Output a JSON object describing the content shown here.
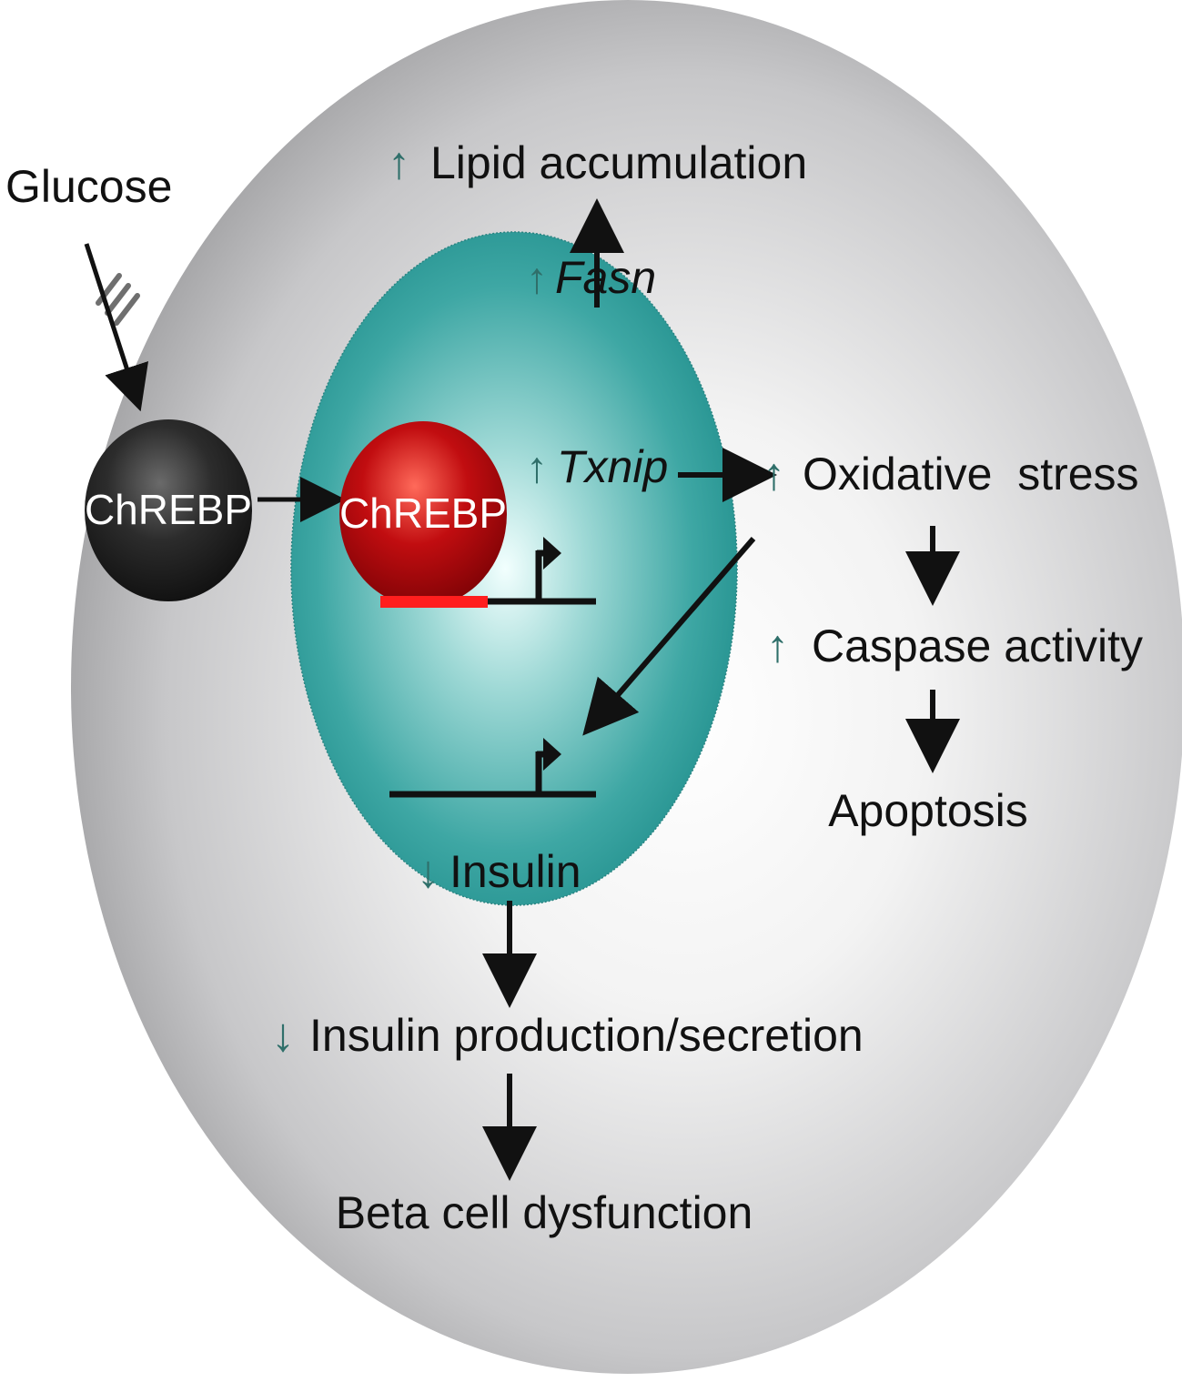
{
  "labels": {
    "glucose": "Glucose",
    "chrebp_cytoplasm": "ChREBP",
    "chrebp_nucleus": "ChREBP",
    "fasn": "Fasn",
    "txnip": "Txnip",
    "lipid": "Lipid accumulation",
    "oxidative": "Oxidative  stress",
    "caspase": "Caspase activity",
    "apoptosis": "Apoptosis",
    "insulin": "Insulin",
    "insulin_prod": "Insulin production/secretion",
    "beta": "Beta cell dysfunction"
  },
  "symbols": {
    "up": "↑",
    "down": "↓"
  },
  "colors": {
    "cell_outer": "#8f8f91",
    "cell_inner": "#ffffff",
    "nucleus_outer": "#1f8f8f",
    "nucleus_inner": "#e6fbfa",
    "chrebp_cytoplasm": "#262626",
    "chrebp_nucleus": "#b3060b",
    "promoter_box": "#ff1e1e",
    "arrow_indicator": "#2f6f6a",
    "line": "#111111"
  }
}
